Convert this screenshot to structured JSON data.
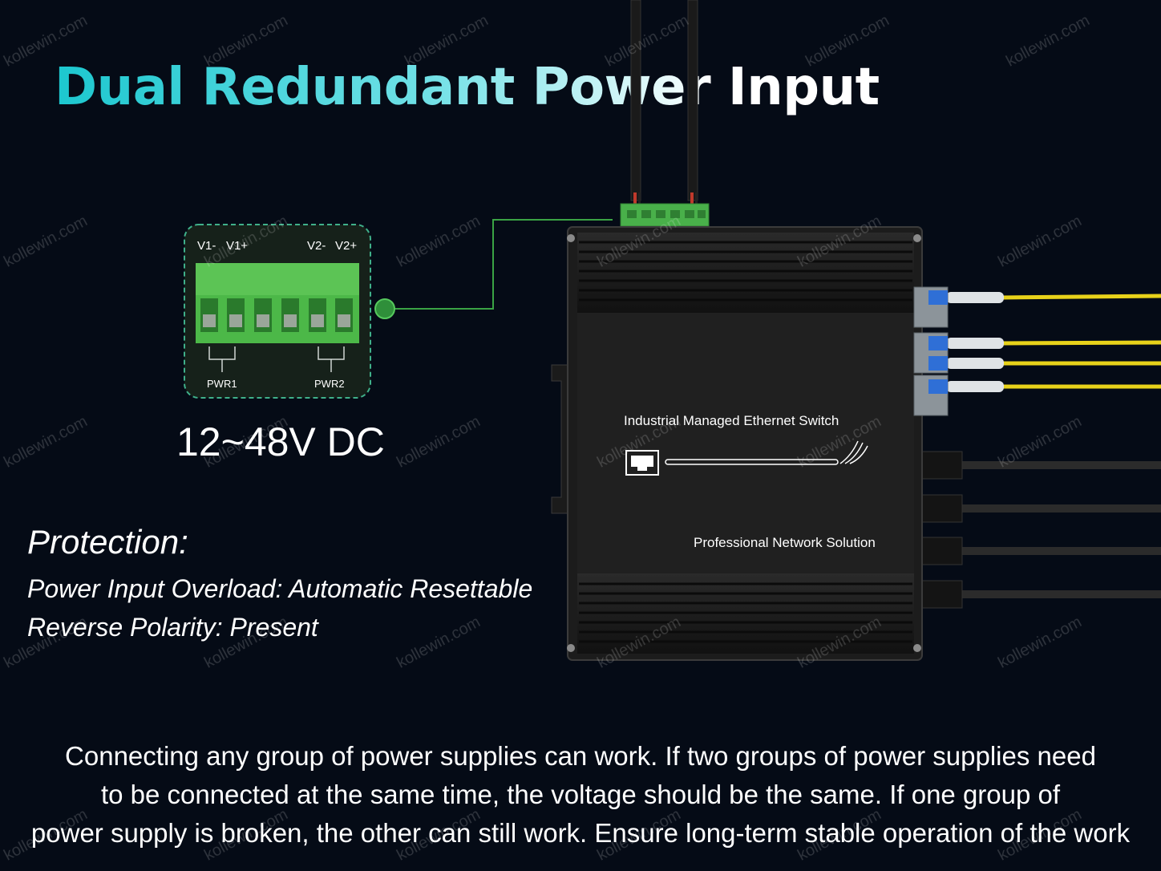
{
  "heading": "Dual Redundant Power Input",
  "terminal": {
    "labels": [
      "V1-",
      "V1+",
      "V2-",
      "V2+"
    ],
    "pwr1": "PWR1",
    "pwr2": "PWR2"
  },
  "voltage": "12~48V DC",
  "device": {
    "name": "Industrial Managed Ethernet Switch",
    "tagline": "Professional Network Solution"
  },
  "protection": {
    "title": "Protection:",
    "lines": [
      "Power Input Overload: Automatic Resettable",
      "Reverse Polarity: Present"
    ]
  },
  "description": [
    "Connecting any group of power supplies can work. If two groups of power supplies need",
    "to be connected at the same time, the voltage should be the same. If one group of",
    "power supply is broken, the other can still work. Ensure long-term stable operation of the work"
  ],
  "watermark": "kollewin.com",
  "colors": {
    "background": "#050b16",
    "accent_cyan": "#1cc7cf",
    "terminal_green": "#4cb848",
    "fiber_yellow": "#e8d21a"
  }
}
